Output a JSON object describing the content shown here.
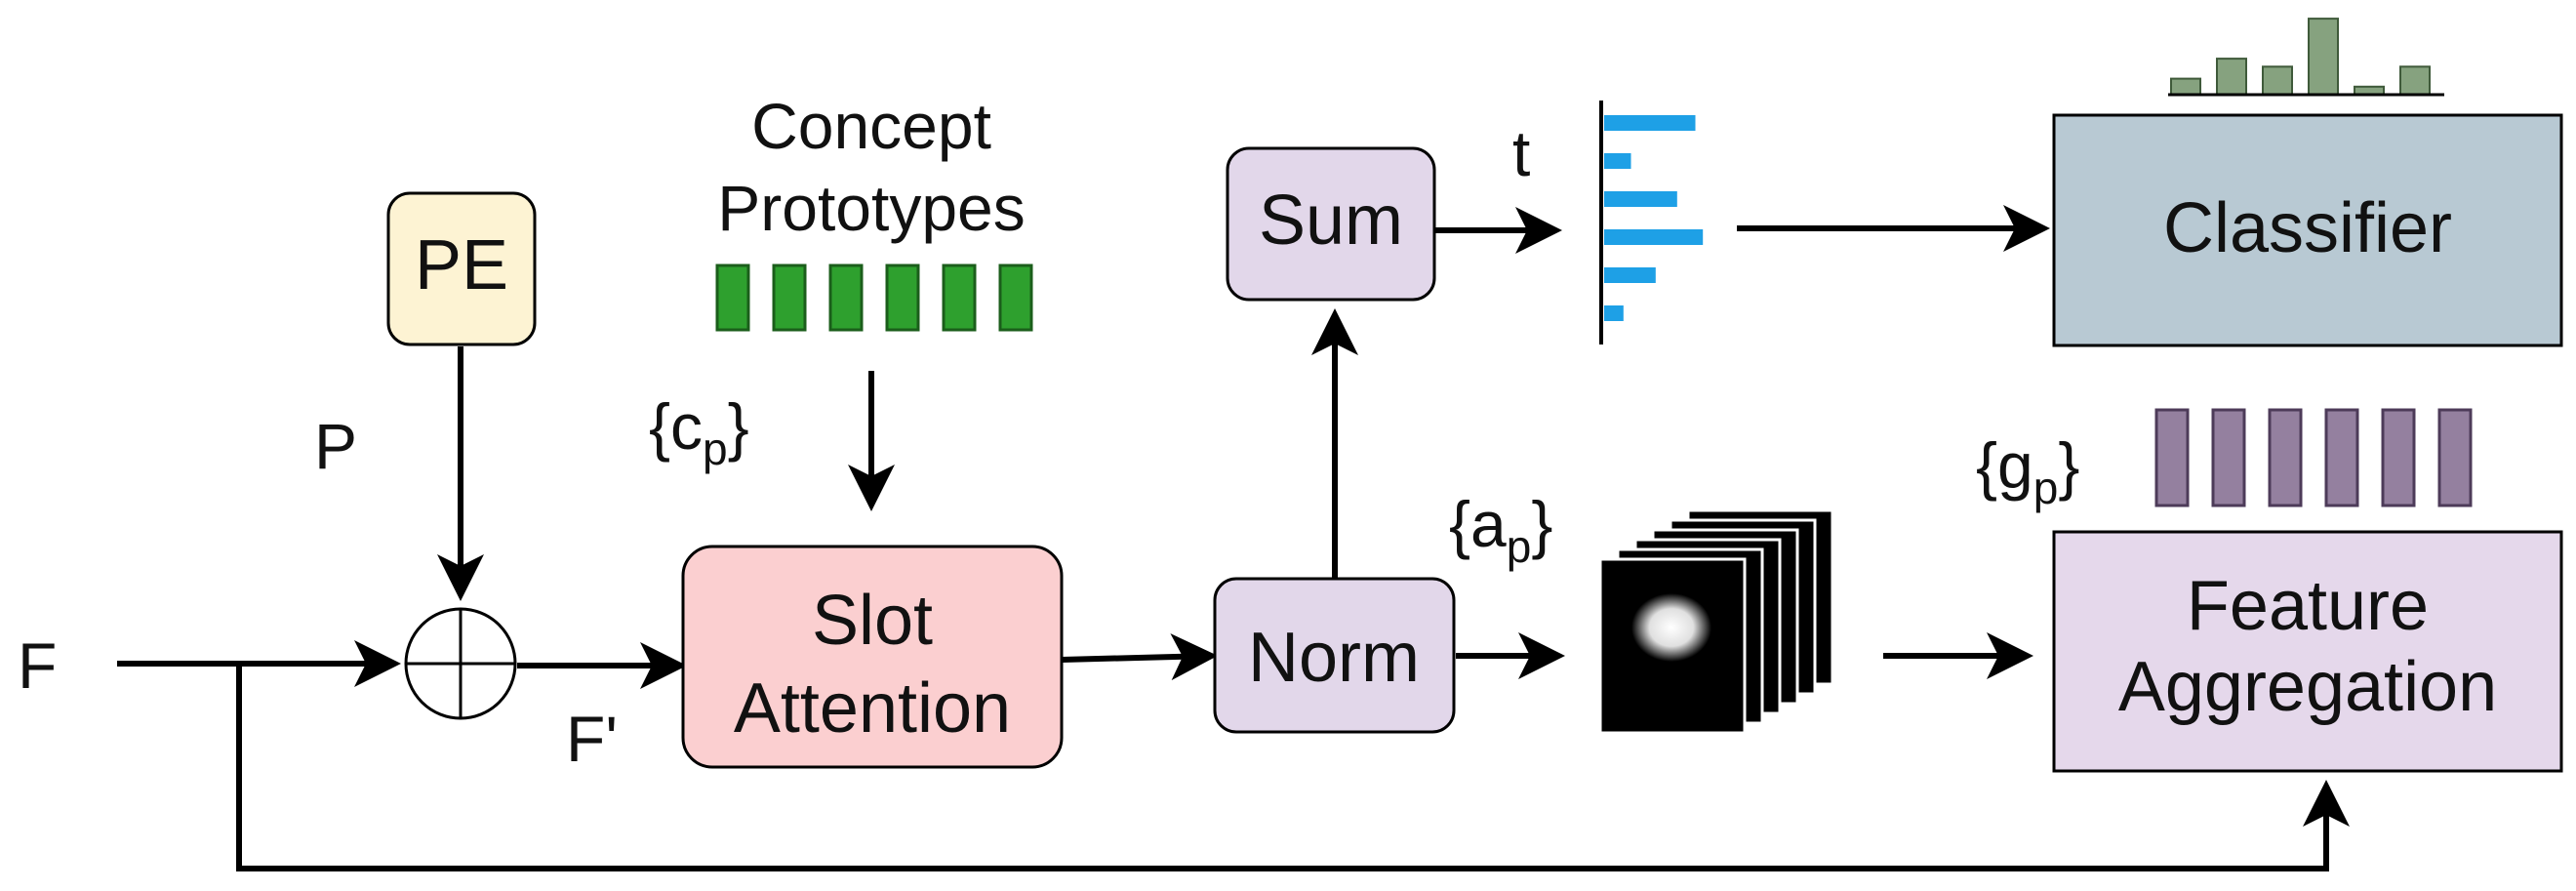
{
  "nodes": {
    "pe": "PE",
    "slot_attention": [
      "Slot",
      "Attention"
    ],
    "norm": "Norm",
    "sum": "Sum",
    "classifier": "Classifier",
    "feature_aggregation": [
      "Feature",
      "Aggregation"
    ],
    "concept_prototypes": [
      "Concept",
      "Prototypes"
    ]
  },
  "labels": {
    "F": "F",
    "P": "P",
    "F_prime": "F'",
    "t": "t",
    "c": {
      "open": "{c",
      "sub": "p",
      "close": "}"
    },
    "a": {
      "open": "{a",
      "sub": "p",
      "close": "}"
    },
    "g": {
      "open": "{g",
      "sub": "p",
      "close": "}"
    }
  },
  "colors": {
    "pe_fill": "#fdf3d3",
    "slot_fill": "#fbcfd0",
    "norm_sum_fill": "#e2d7ea",
    "classifier_fill": "#b8c9d3",
    "feature_agg_fill": "#e5d8eb",
    "prototype_green": "#2ea02e",
    "group_purple": "#94809f",
    "histogram_green": "#86a27f",
    "score_bar_blue": "#1ea0e6",
    "stroke": "#000000"
  },
  "prototype_count": 6,
  "group_feature_count": 6,
  "attention_map_count": 6,
  "score_bars": [
    0.85,
    0.25,
    0.68,
    0.92,
    0.48,
    0.18
  ],
  "histogram": [
    0.2,
    0.45,
    0.35,
    0.95,
    0.1,
    0.35
  ]
}
